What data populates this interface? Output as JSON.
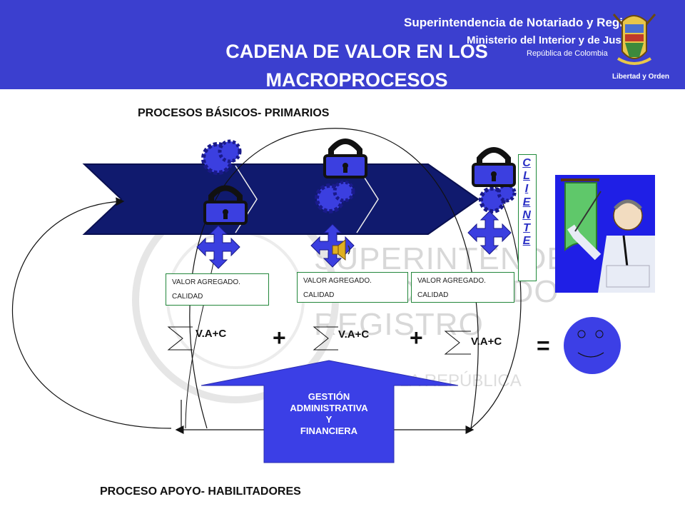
{
  "header": {
    "title_line1": "CADENA DE VALOR EN LOS",
    "title_line2": "MACROPROCESOS",
    "institution": "Superintendencia de Notariado y Registro",
    "ministry": "Ministerio del Interior y de Justicia",
    "country": "República de Colombia",
    "motto": "Libertad y Orden"
  },
  "watermark": {
    "line1": "SUPERINTENDENCIA",
    "line2": "DE NOTARIADO",
    "line3": "REGISTRO",
    "line4": "LA REPÚBLICA"
  },
  "labels": {
    "primary": "PROCESOS BÁSICOS- PRIMARIOS",
    "support": "PROCESO APOYO- HABILITADORES",
    "cliente": [
      "C",
      "L",
      "I",
      "E",
      "N",
      "T",
      "E"
    ]
  },
  "value_boxes": [
    {
      "line1": "VALOR AGREGADO.",
      "line2": "CALIDAD"
    },
    {
      "line1": "VALOR AGREGADO.",
      "line2": "CALIDAD"
    },
    {
      "line1": "VALOR AGREGADO.",
      "line2": "CALIDAD"
    }
  ],
  "formula": {
    "term": "V.A+C",
    "plus": "+",
    "equals": "="
  },
  "gestion": {
    "line1": "GESTIÓN",
    "line2": "ADMINISTRATIVA",
    "line3": "Y",
    "line4": "FINANCIERA"
  },
  "colors": {
    "header_bg": "#3b3fcf",
    "chevron": "#101a6e",
    "accent_blue": "#3b3fe0",
    "box_border": "#22863a",
    "smiley": "#3c3fe6"
  }
}
